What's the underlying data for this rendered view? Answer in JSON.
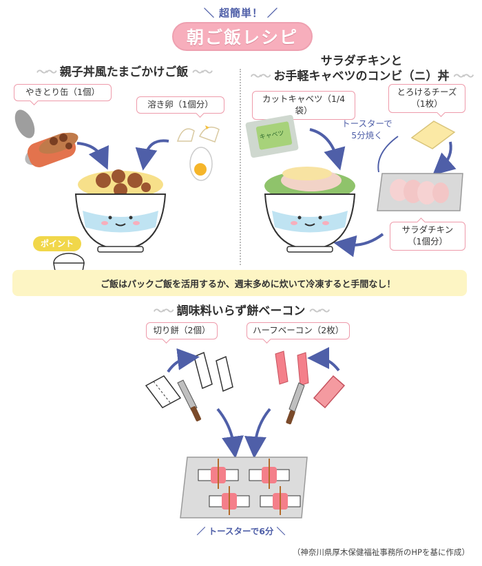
{
  "header": {
    "subtitle": "超簡単！",
    "title": "朝ご飯レシピ"
  },
  "recipe1": {
    "title": "親子丼風たまごかけご飯",
    "ingredients": [
      {
        "label": "やきとり缶（1個）"
      },
      {
        "label": "溶き卵（1個分）"
      }
    ]
  },
  "recipe2": {
    "title_line1": "サラダチキンと",
    "title_line2": "お手軽キャベツのコンビ（ニ）丼",
    "ingredients": [
      {
        "label": "カットキャベツ（1/4袋）"
      },
      {
        "label_line1": "とろけるチーズ",
        "label_line2": "（1枚）"
      },
      {
        "label_line1": "サラダチキン",
        "label_line2": "（1個分）"
      }
    ],
    "step_line1": "トースターで",
    "step_line2": "5分焼く",
    "package_text": "キャベツ"
  },
  "point": {
    "tag": "ポイント",
    "text": "ご飯はパックご飯を活用するか、週末多めに炊いて冷凍すると手間なし！"
  },
  "recipe3": {
    "title": "調味料いらず餅ベーコン",
    "ingredients": [
      {
        "label": "切り餅（2個）"
      },
      {
        "label": "ハーフベーコン（2枚）"
      }
    ],
    "step": "トースターで6分"
  },
  "footnote": "（神奈川県厚木保健福祉事務所のHPを基に作成）",
  "colors": {
    "accent_pink": "#f7aebc",
    "label_border": "#ee9aaa",
    "arrow_blue": "#4f5fa8",
    "banner_yellow": "#fdf5c4",
    "tag_yellow": "#f1d74a",
    "bowl_blue": "#bfe3f2"
  }
}
